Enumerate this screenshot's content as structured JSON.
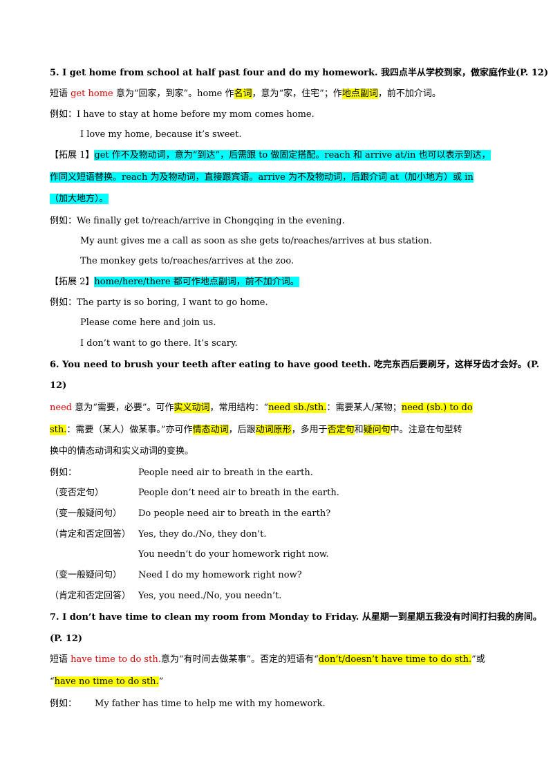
{
  "s5": {
    "heading": "5. I get home from school at half past four and do my homework.  我四点半从学校到家，做家庭作业(P. 12)",
    "note": {
      "a": "短语 ",
      "red": "get home",
      "b": " 意为“回家，到家”。home 作",
      "y1": "名词",
      "c": "，意为“家，住宅”；作",
      "y2": "地点副词",
      "d": "，前不加介词。"
    },
    "ex_prefix": "例如：",
    "ex1": "I  have to stay at home before my mom comes home.",
    "ex2": "I love my home, because it’s sweet.",
    "ext1_label": "【拓展 1】",
    "ext1_line1": "get 作不及物动词，意为“到达”，后需跟 to 做固定搭配。reach 和 arrive at/in 也可以表示到达，",
    "ext1_line2": "作同义短语替换。reach 为及物动词，直接跟宾语。arrive 为不及物动词，后跟介词 at（加小地方）或 in",
    "ext1_line3": "（加大地方）。",
    "ex3": "We  finally get to/reach/arrive in Chongqing in the evening.",
    "ex4": "My aunt gives me a call as soon as she gets to/reaches/arrives at bus station.",
    "ex5": "The monkey gets to/reaches/arrives at the zoo.",
    "ext2_label": "【拓展 2】",
    "ext2_text": "home/here/there 都可作地点副词，前不加介词。",
    "ex6": "The party is so boring, I want to go home.",
    "ex7": "Please come here and join us.",
    "ex8": "I don’t want to go there. It’s scary."
  },
  "s6": {
    "heading1": "6. You need to brush your teeth after eating to have good teeth.  吃完东西后要刷牙，这样牙齿才会好。(P.",
    "heading2": "12)",
    "n1": {
      "red": "need",
      "a": " 意为“需要，必要”。可作",
      "y1": "实义动词",
      "b": "，常用结构：“",
      "y2": "need sb./sth.",
      "c": "：需要某人/某物；",
      "y3": "need (sb.) to do"
    },
    "n2": {
      "y1": "sth.",
      "a": "：需要（某人）做某事。”亦可作",
      "y2": "情态动词",
      "b": "，后跟",
      "y3": "动词原形",
      "c": "，多用于",
      "y4": "否定句",
      "d": "和",
      "y5": "疑问句",
      "e": "中。注意在句型转"
    },
    "n3": "换中的情态动词和实义动词的变换。",
    "rows": [
      {
        "tag": "例如：",
        "text": "People need air to breath in the earth."
      },
      {
        "tag": "（变否定句）",
        "text": "People don’t need air to breath in the earth."
      },
      {
        "tag": "（变一般疑问句）",
        "text": "Do  people need air to breath in the earth?"
      },
      {
        "tag": "（肯定和否定回答）",
        "text": "Yes,  they do./No, they don’t."
      },
      {
        "tag": "",
        "text": "You needn’t do your homework right now."
      },
      {
        "tag": "（变一般疑问句）",
        "text": "Need I do my homework right now?"
      },
      {
        "tag": "（肯定和否定回答）",
        "text": "Yes,  you need./No, you needn’t."
      }
    ]
  },
  "s7": {
    "heading1": "7. I don’t have time to clean my room from Monday to Friday.  从星期一到星期五我没有时间打扫我的房间。",
    "heading2": "(P. 12)",
    "n1": {
      "a": "短语 ",
      "red": "have time to do sth.",
      "b": "意为“有时间去做某事”。否定的短语有“",
      "y1": "don’t/doesn’t have time to do sth.",
      "c": "”或"
    },
    "n2": {
      "a": "“",
      "y1": "have  no time to do sth.",
      "b": "”"
    },
    "ex_prefix": "例如：",
    "ex1": "My  father has time to help me with my homework."
  }
}
